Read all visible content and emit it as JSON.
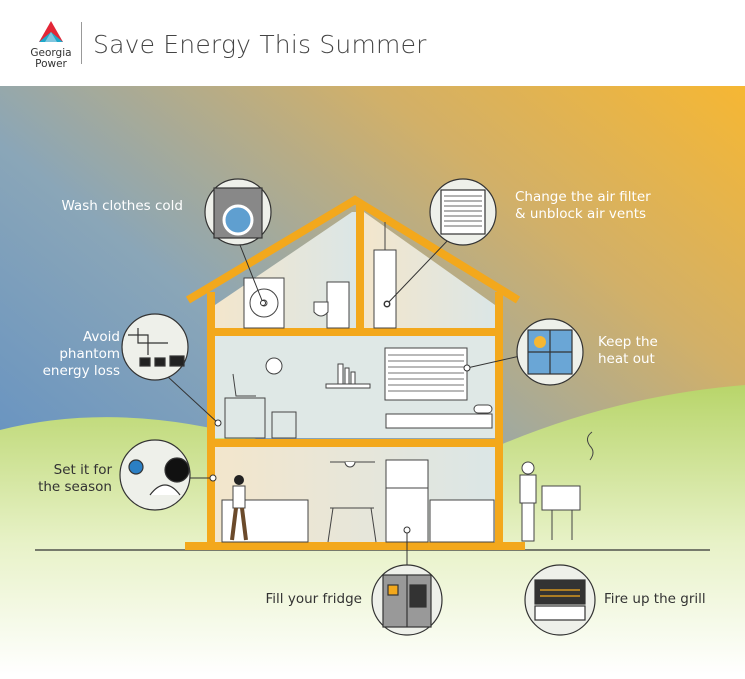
{
  "header": {
    "brand": "Georgia Power",
    "brand_line1": "Georgia",
    "brand_line2": "Power",
    "title": "Save Energy This Summer"
  },
  "tips": {
    "wash": "Wash clothes cold",
    "filter_1": "Change the air filter",
    "filter_2": "& unblock air vents",
    "phantom_1": "Avoid",
    "phantom_2": "phantom",
    "phantom_3": "energy loss",
    "heat_1": "Keep the",
    "heat_2": "heat out",
    "season_1": "Set it for",
    "season_2": "the season",
    "fridge": "Fill your fridge",
    "grill": "Fire up the grill"
  },
  "colors": {
    "house": "#f3a81c",
    "sky_blue": "#5e8fcb",
    "sky_yellow": "#f6b733",
    "grass": "#b8d56a",
    "logo_red": "#e32636",
    "logo_teal": "#1fa8c9"
  }
}
